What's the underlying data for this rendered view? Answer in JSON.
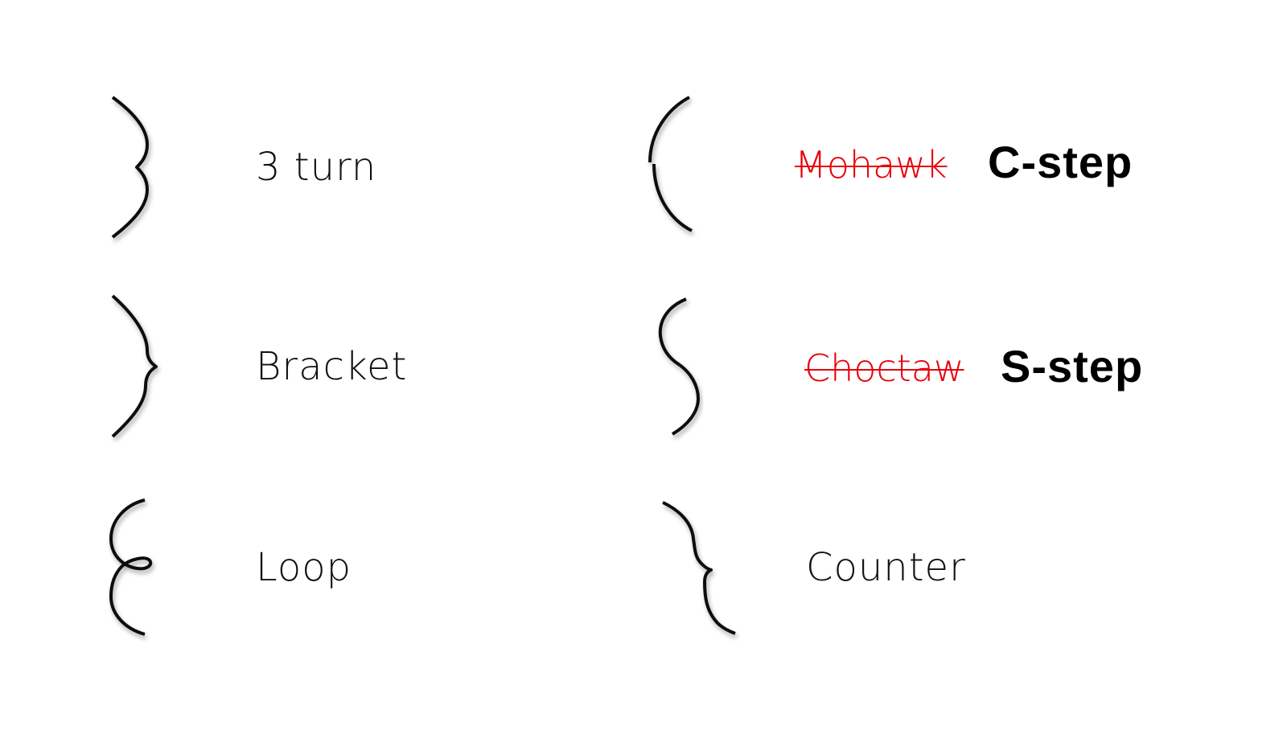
{
  "colors": {
    "stroke": "#111111",
    "label": "#111111",
    "strikethrough": "#e8000b",
    "new_name": "#000000",
    "background": "#ffffff"
  },
  "turns": [
    {
      "id": "three-turn",
      "icon": "three-turn-icon",
      "label": "3 turn"
    },
    {
      "id": "bracket",
      "icon": "bracket-icon",
      "label": "Bracket"
    },
    {
      "id": "loop",
      "icon": "loop-icon",
      "label": "Loop"
    },
    {
      "id": "c-step",
      "icon": "c-step-icon",
      "old_name": "Mohawk",
      "new_name": "C-step"
    },
    {
      "id": "s-step",
      "icon": "s-step-icon",
      "old_name": "Choctaw",
      "new_name": "S-step"
    },
    {
      "id": "counter",
      "icon": "counter-icon",
      "label": "Counter"
    }
  ]
}
